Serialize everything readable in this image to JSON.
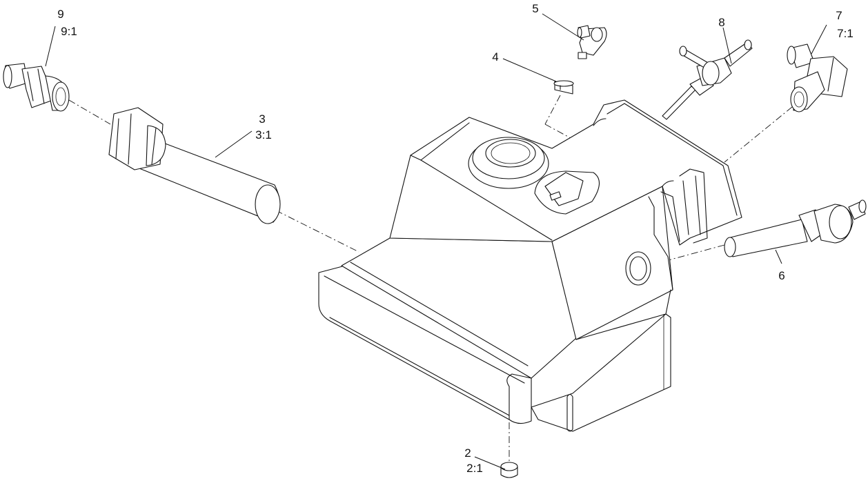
{
  "callouts": [
    {
      "id": "9",
      "number": "9",
      "qty": "9:1"
    },
    {
      "id": "3",
      "number": "3",
      "qty": "3:1"
    },
    {
      "id": "5",
      "number": "5",
      "qty": ""
    },
    {
      "id": "4",
      "number": "4",
      "qty": ""
    },
    {
      "id": "8",
      "number": "8",
      "qty": ""
    },
    {
      "id": "7",
      "number": "7",
      "qty": "7:1"
    },
    {
      "id": "6",
      "number": "6",
      "qty": ""
    },
    {
      "id": "2",
      "number": "2",
      "qty": "2:1"
    }
  ]
}
